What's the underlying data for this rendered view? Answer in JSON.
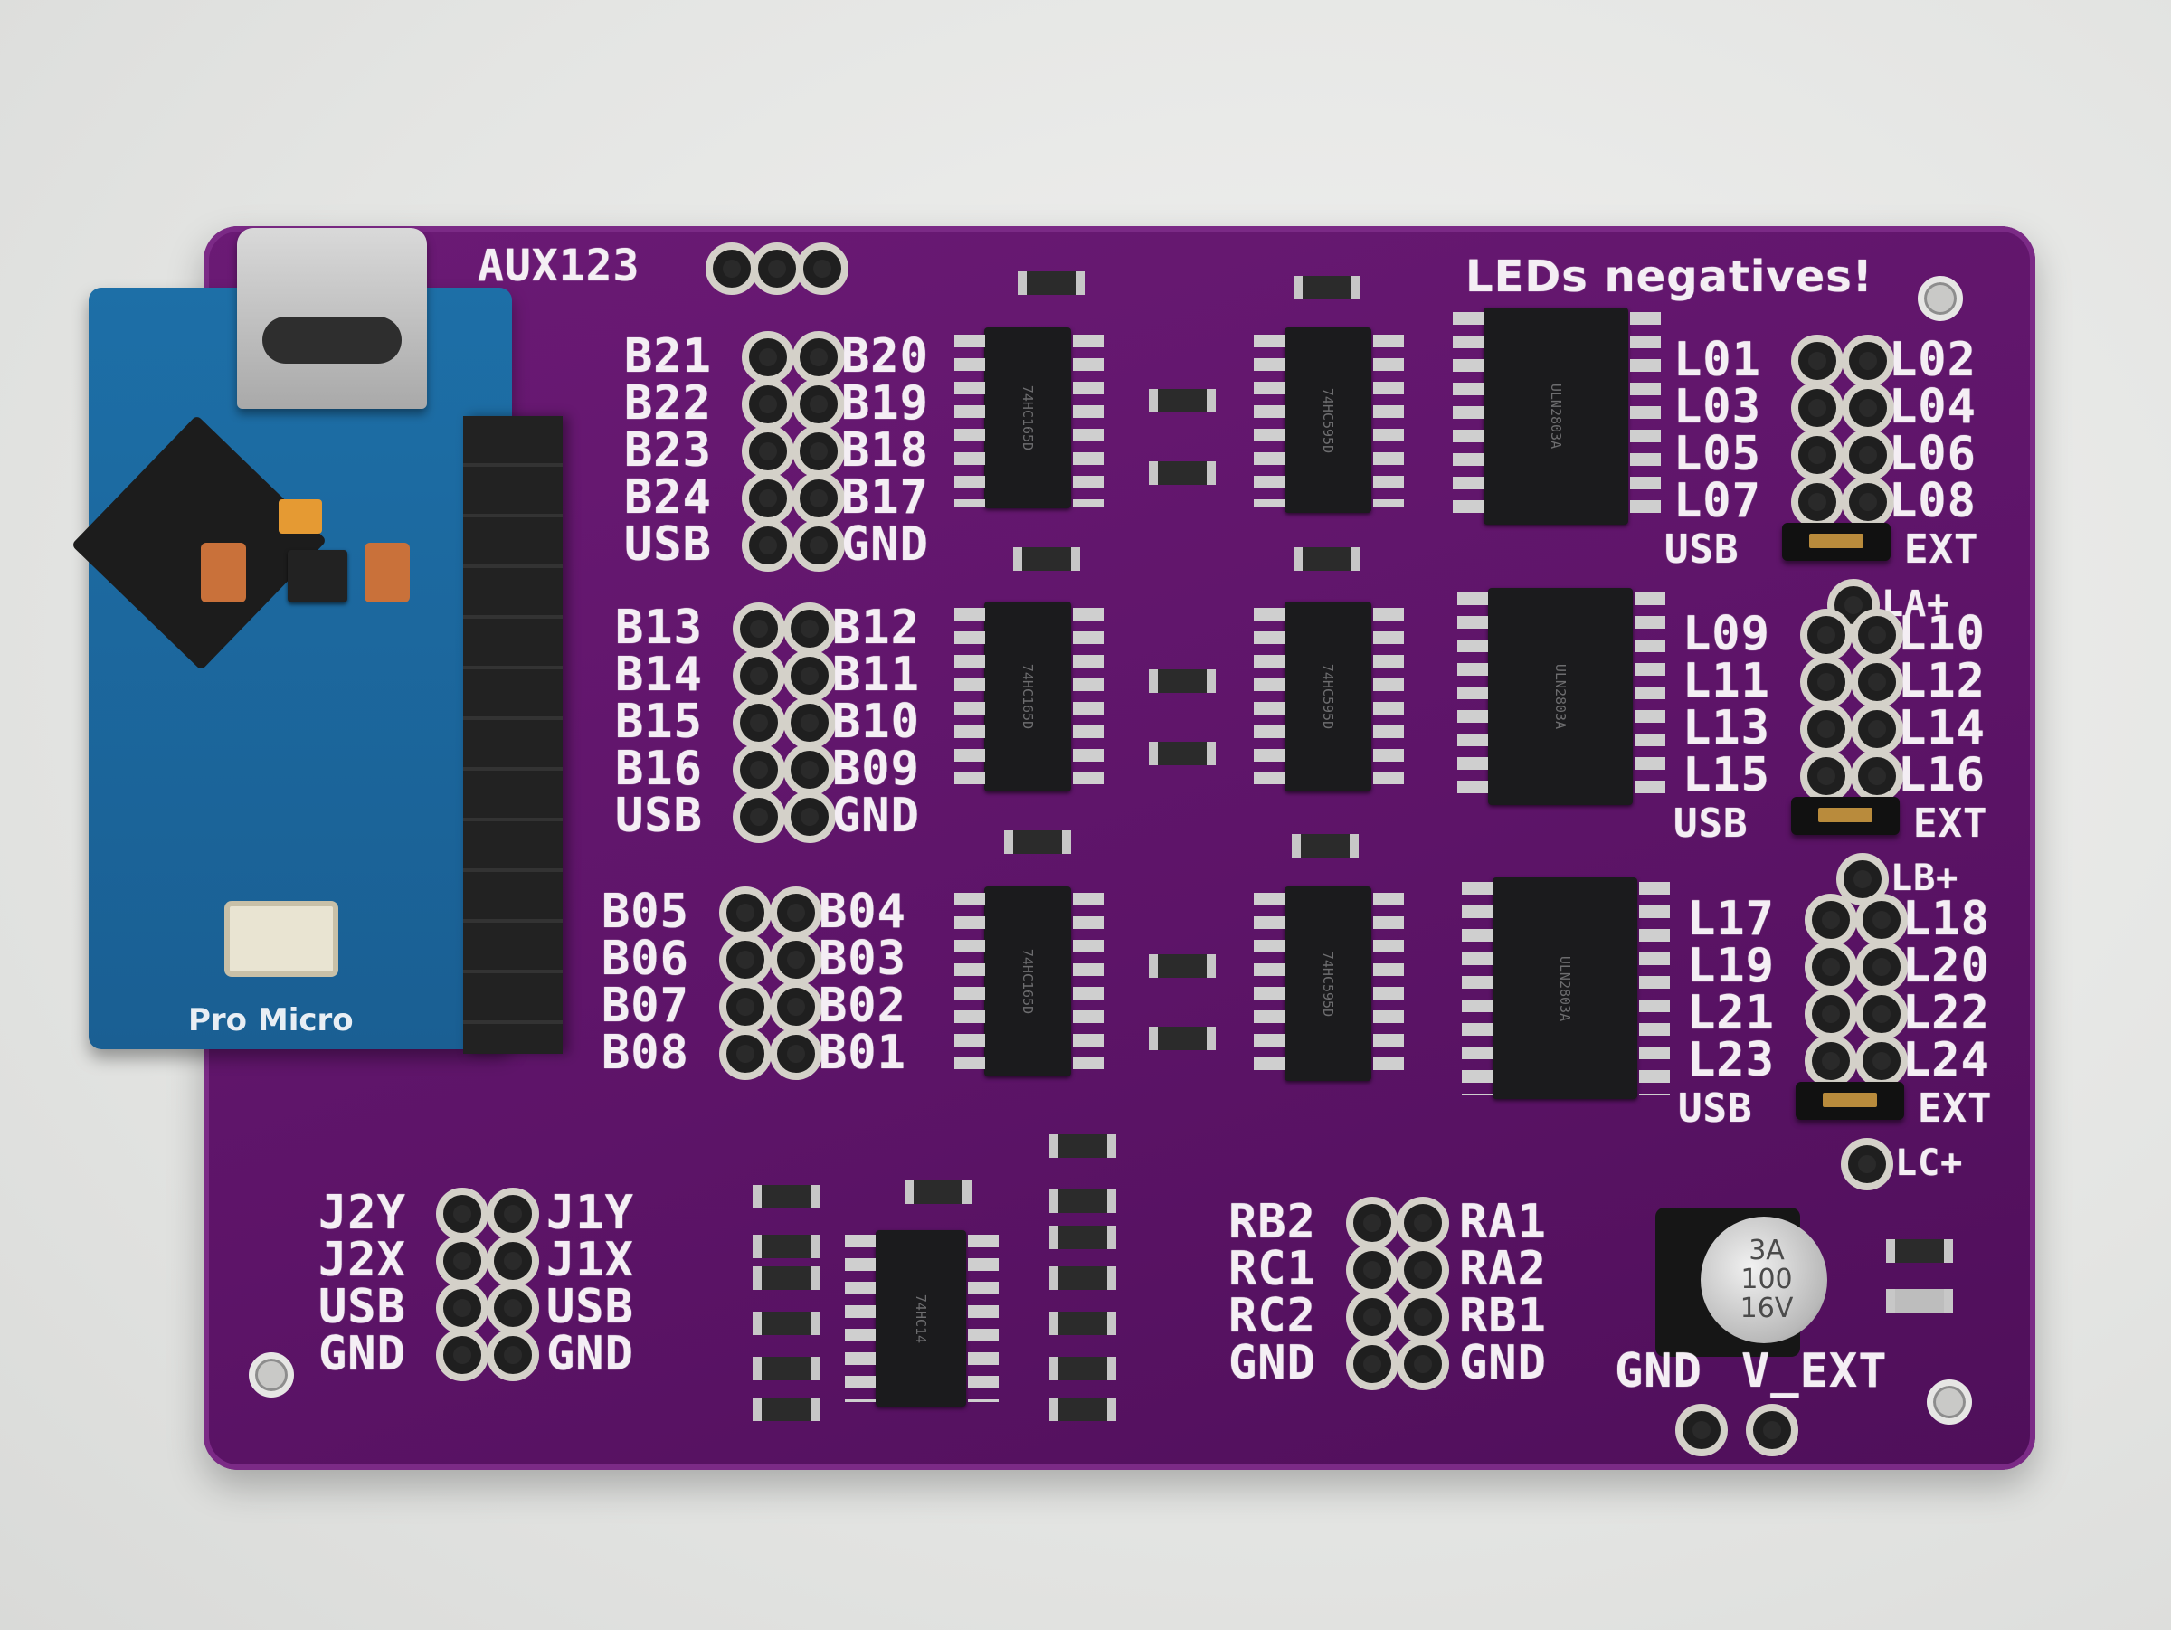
{
  "board": {
    "header_top": "AUX123",
    "warning": "LEDs negatives!",
    "module_label": "Pro Micro"
  },
  "left_groups": [
    {
      "rows": [
        [
          "B21",
          "B20"
        ],
        [
          "B22",
          "B19"
        ],
        [
          "B23",
          "B18"
        ],
        [
          "B24",
          "B17"
        ],
        [
          "USB",
          "GND"
        ]
      ]
    },
    {
      "rows": [
        [
          "B13",
          "B12"
        ],
        [
          "B14",
          "B11"
        ],
        [
          "B15",
          "B10"
        ],
        [
          "B16",
          "B09"
        ],
        [
          "USB",
          "GND"
        ]
      ]
    },
    {
      "rows": [
        [
          "B05",
          "B04"
        ],
        [
          "B06",
          "B03"
        ],
        [
          "B07",
          "B02"
        ],
        [
          "B08",
          "B01"
        ]
      ]
    }
  ],
  "right_groups": [
    {
      "rows": [
        [
          "L01",
          "L02"
        ],
        [
          "L03",
          "L04"
        ],
        [
          "L05",
          "L06"
        ],
        [
          "L07",
          "L08"
        ]
      ],
      "jumper": [
        "USB",
        "EXT"
      ],
      "supply": "LA+"
    },
    {
      "rows": [
        [
          "L09",
          "L10"
        ],
        [
          "L11",
          "L12"
        ],
        [
          "L13",
          "L14"
        ],
        [
          "L15",
          "L16"
        ]
      ],
      "jumper": [
        "USB",
        "EXT"
      ],
      "supply": "LB+"
    },
    {
      "rows": [
        [
          "L17",
          "L18"
        ],
        [
          "L19",
          "L20"
        ],
        [
          "L21",
          "L22"
        ],
        [
          "L23",
          "L24"
        ]
      ],
      "jumper": [
        "USB",
        "EXT"
      ],
      "supply": "LC+"
    }
  ],
  "joystick": {
    "rows": [
      [
        "J2Y",
        "J1Y"
      ],
      [
        "J2X",
        "J1X"
      ],
      [
        "USB",
        "USB"
      ],
      [
        "GND",
        "GND"
      ]
    ]
  },
  "rotary": {
    "rows": [
      [
        "RB2",
        "RA1"
      ],
      [
        "RC1",
        "RA2"
      ],
      [
        "RC2",
        "RB1"
      ],
      [
        "GND",
        "GND"
      ]
    ]
  },
  "power": {
    "left": "GND",
    "right": "V_EXT",
    "cap": [
      "3A",
      "100",
      "16V"
    ]
  },
  "chips": {
    "in": "74HC165D",
    "out": "74HC595D",
    "driver": "ULN2803A",
    "schmitt": "74HC14"
  },
  "colors": {
    "pcb": "#5d1468",
    "silk": "#f4eef4",
    "module": "#1d6fa7"
  }
}
